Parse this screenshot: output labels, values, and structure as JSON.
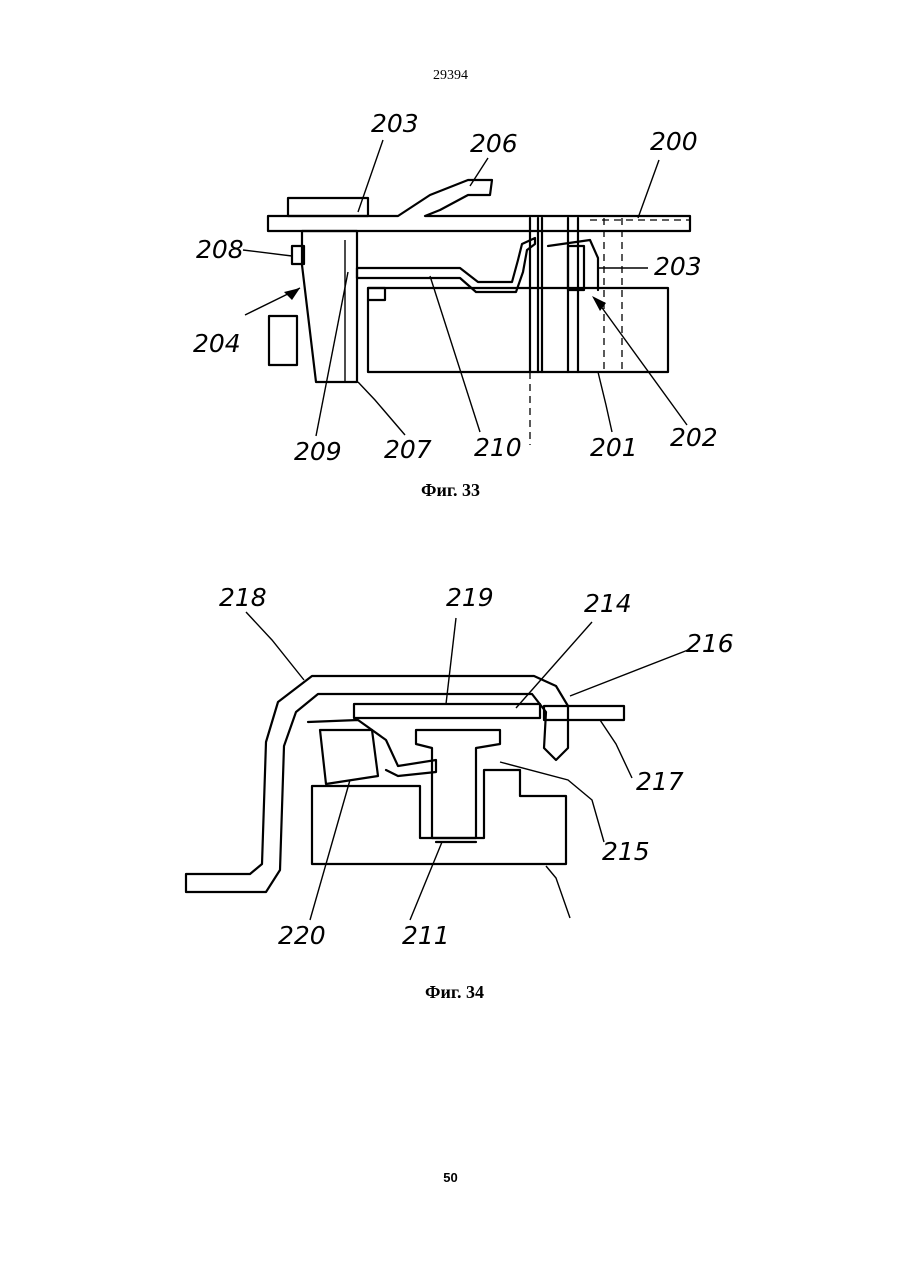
{
  "header": {
    "document_number": "29394"
  },
  "figure33": {
    "caption": "Фиг. 33",
    "labels": {
      "l203a": "203",
      "l206": "206",
      "l200": "200",
      "l208": "208",
      "l203b": "203",
      "l204": "204",
      "l209": "209",
      "l207": "207",
      "l210": "210",
      "l201": "201",
      "l202": "202"
    }
  },
  "figure34": {
    "caption": "Фиг. 34",
    "labels": {
      "l218": "218",
      "l219": "219",
      "l214": "214",
      "l216": "216",
      "l217": "217",
      "l215": "215",
      "l220": "220",
      "l211": "211"
    }
  },
  "footer": {
    "page_number": "50"
  }
}
